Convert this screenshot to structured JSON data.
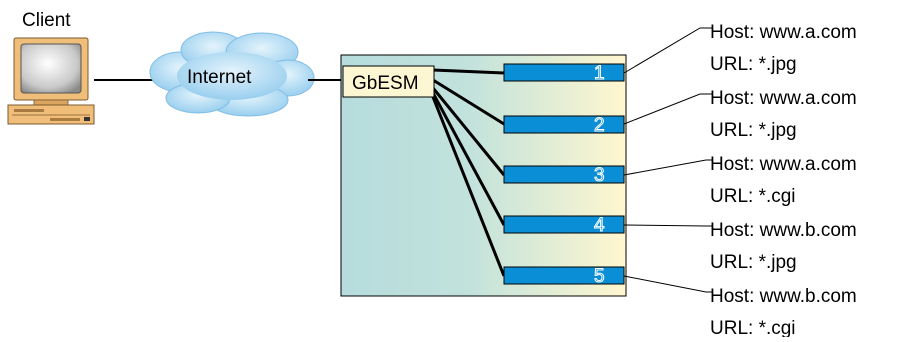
{
  "client": {
    "label": "Client"
  },
  "internet": {
    "label": "Internet"
  },
  "switch": {
    "label": "GbESM"
  },
  "servers": [
    {
      "number": "1",
      "host": "Host: www.a.com",
      "url": "URL: *.jpg"
    },
    {
      "number": "2",
      "host": "Host: www.a.com",
      "url": "URL: *.jpg"
    },
    {
      "number": "3",
      "host": "Host: www.a.com",
      "url": "URL: *.cgi"
    },
    {
      "number": "4",
      "host": "Host: www.b.com",
      "url": "URL: *.jpg"
    },
    {
      "number": "5",
      "host": "Host: www.b.com",
      "url": "URL: *.cgi"
    }
  ],
  "colors": {
    "server_bar": "#0a8fd6",
    "switch_fill": "#fdf6d2",
    "chassis_left": "#b6dcdd",
    "chassis_right": "#fff7cf",
    "cloud": "#a9d8f2"
  }
}
